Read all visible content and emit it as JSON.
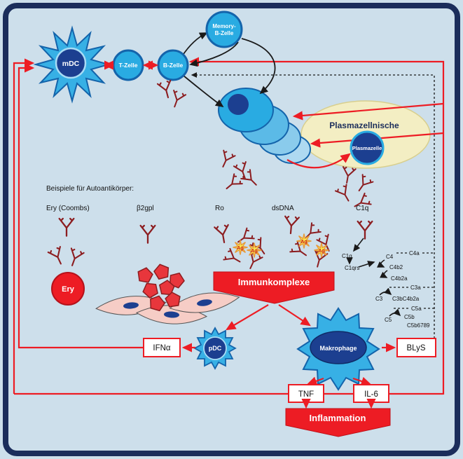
{
  "cells": {
    "mdc": {
      "label": "mDC"
    },
    "t_zelle": {
      "label": "T-Zelle"
    },
    "b_zelle": {
      "label": "B-Zelle"
    },
    "memory_b_zelle": {
      "line1": "Memory-",
      "line2": "B-Zelle"
    },
    "plasmazellnische": {
      "label": "Plasmazellnische"
    },
    "plasmazelle": {
      "label": "Plasmazelle"
    },
    "pdc": {
      "label": "pDC"
    },
    "makrophage": {
      "label": "Makrophage"
    },
    "ery_cell": {
      "label": "Ery"
    }
  },
  "autoantikoerper": {
    "heading": "Beispiele für Autoantikörper:",
    "columns": [
      "Ery (Coombs)",
      "β2gpl",
      "Ro",
      "dsDNA",
      "C1q"
    ]
  },
  "antigen_label": "Ag",
  "banners": {
    "immunkomplexe": "Immunkomplexe",
    "inflammation": "Inflammation"
  },
  "mediators": {
    "ifna": "IFNα",
    "blys": "BLyS",
    "tnf": "TNF",
    "il6": "IL-6"
  },
  "complement": {
    "c1q": "C1q",
    "c1qrs": "C1qrs",
    "c4": "C4",
    "c4a": "C4a",
    "c4b2": "C4b2",
    "c4b2a": "C4b2a",
    "c3": "C3",
    "c3a": "C3a",
    "c3bc4b2a": "C3bC4b2a",
    "c5": "C5",
    "c5a": "C5a",
    "c5b": "C5b",
    "c5b6789": "C5b6789"
  },
  "colors": {
    "background": "#cddfeb",
    "frame": "#1b2d5b",
    "cell_fill": "#29abe2",
    "cell_stroke": "#1464ab",
    "nucleus": "#1c3f90",
    "red": "#ed1c24",
    "antibody": "#8c1d20",
    "niche": "#f3eec3",
    "ag_star": "#f9ed4e"
  }
}
